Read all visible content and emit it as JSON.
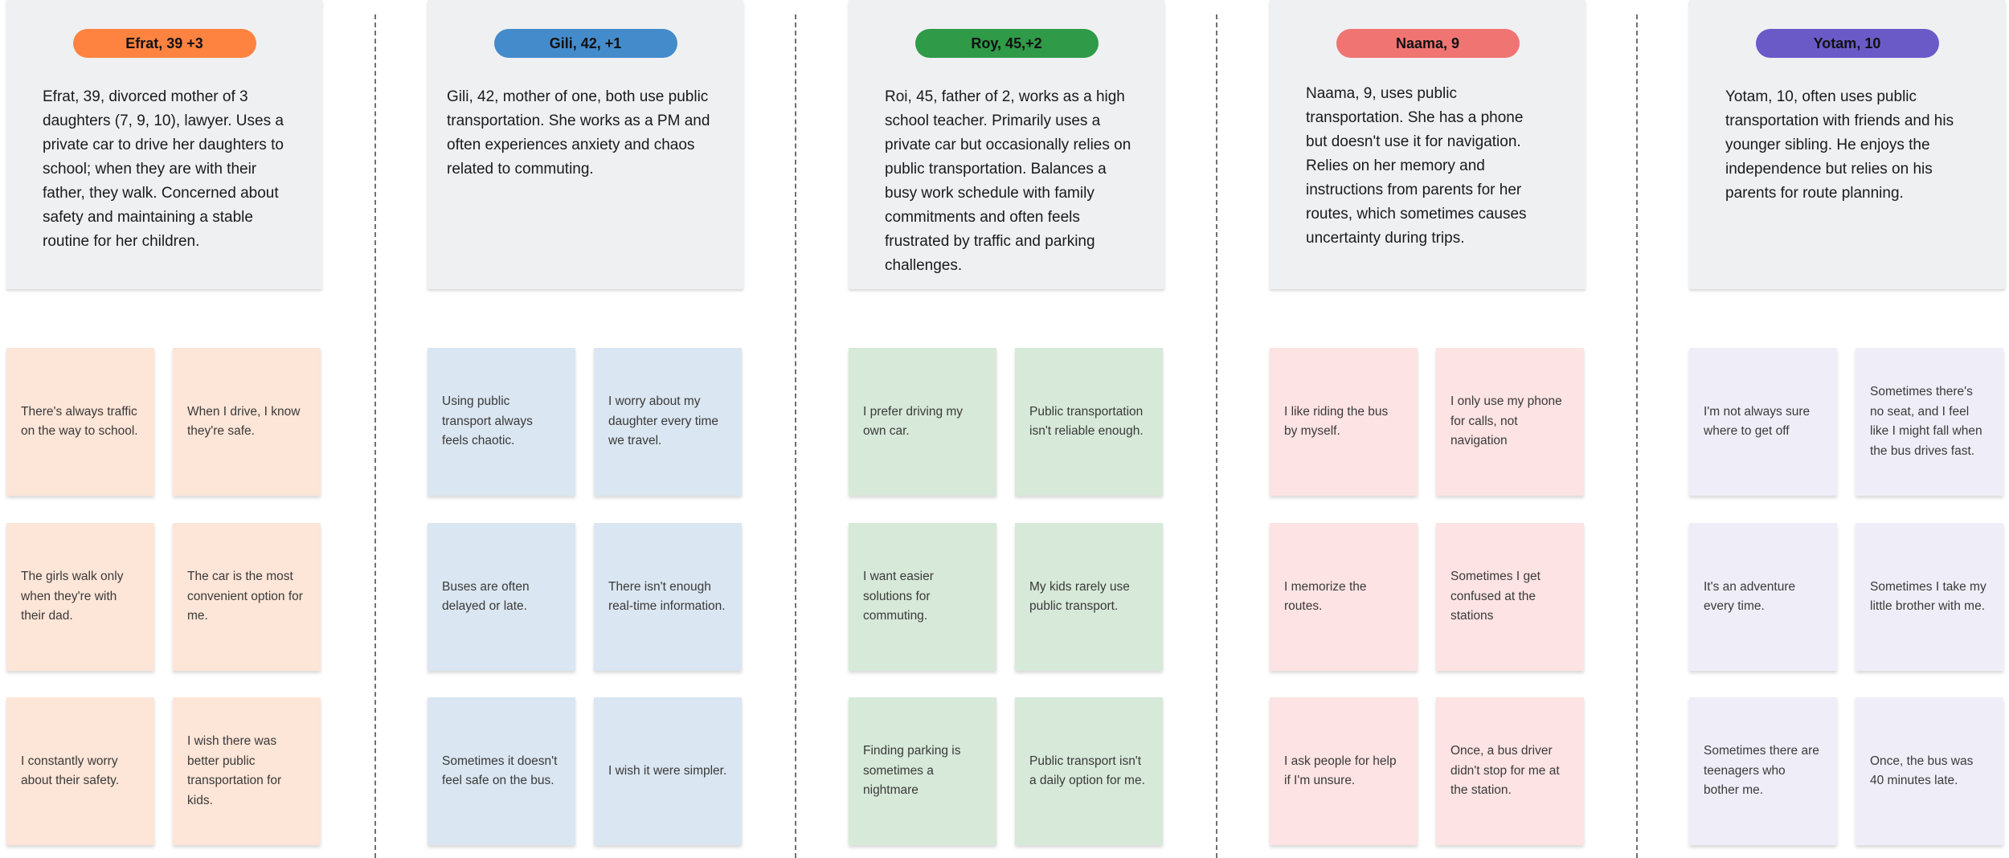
{
  "columns": [
    {
      "pill_label": "Efrat, 39 +3",
      "bio": "Efrat, 39, divorced mother of 3 daughters (7, 9, 10), lawyer. Uses a private car to drive her daughters to school; when they are with their father, they walk. Concerned about safety and maintaining a stable routine for her children.",
      "colors": {
        "pill": "#ff8340",
        "note": "#fde5d7"
      },
      "notes": [
        "There's always traffic on the way to school.",
        "When I drive, I know they're safe.",
        "The girls walk only when they're with their dad.",
        "The car is the most convenient option for me.",
        "I constantly worry about their safety.",
        "I wish there was better public transportation for kids."
      ]
    },
    {
      "pill_label": "Gili, 42, +1",
      "bio": "Gili, 42, mother of one, both use public transportation. She works as a PM and often experiences anxiety and chaos related to commuting.",
      "colors": {
        "pill": "#448bcb",
        "note": "#dae6f1"
      },
      "notes": [
        "Using public transport always feels chaotic.",
        "I worry about my daughter every time we travel.",
        "Buses are often delayed or late.",
        "There isn't enough real-time information.",
        "Sometimes it doesn't feel safe on the bus.",
        "I wish it were simpler."
      ]
    },
    {
      "pill_label": "Roy, 45,+2",
      "bio": "Roi, 45, father of 2, works as a high school teacher. Primarily uses a private car but occasionally relies on public transportation. Balances a busy work schedule with family commitments and often feels frustrated by traffic and parking challenges.",
      "colors": {
        "pill": "#2f9a48",
        "note": "#d7e9d8"
      },
      "notes": [
        "I prefer driving my own car.",
        "Public transportation isn't reliable enough.",
        "I want easier solutions for commuting.",
        "My kids rarely use public transport.",
        "Finding parking is sometimes a nightmare",
        "Public transport isn't a daily option for me."
      ]
    },
    {
      "pill_label": "Naama, 9",
      "bio": "Naama, 9, uses public transportation. She has a phone but doesn't use it for navigation. Relies on her memory and instructions from parents for her routes, which sometimes causes uncertainty during trips.",
      "colors": {
        "pill": "#f07472",
        "note": "#fde3e3"
      },
      "notes": [
        "I like riding the bus by myself.",
        "I only use my phone for calls, not navigation",
        "I memorize the routes.",
        "Sometimes I get confused at the stations",
        "I ask people for help if I'm unsure.",
        "Once, a bus driver didn't stop for me at the station."
      ]
    },
    {
      "pill_label": "Yotam, 10",
      "bio": "Yotam, 10, often uses public transportation with friends and his younger sibling. He enjoys the independence but relies on his parents for route planning.",
      "colors": {
        "pill": "#6a5ac8",
        "note": "#efeef8"
      },
      "notes": [
        "I'm not always sure where to get off",
        "Sometimes there's no seat, and I feel like I might fall when the bus drives fast.",
        "It's an adventure every time.",
        "Sometimes I take my little brother with me.",
        "Sometimes there are teenagers who bother me.",
        "Once, the bus was 40 minutes late."
      ]
    }
  ]
}
